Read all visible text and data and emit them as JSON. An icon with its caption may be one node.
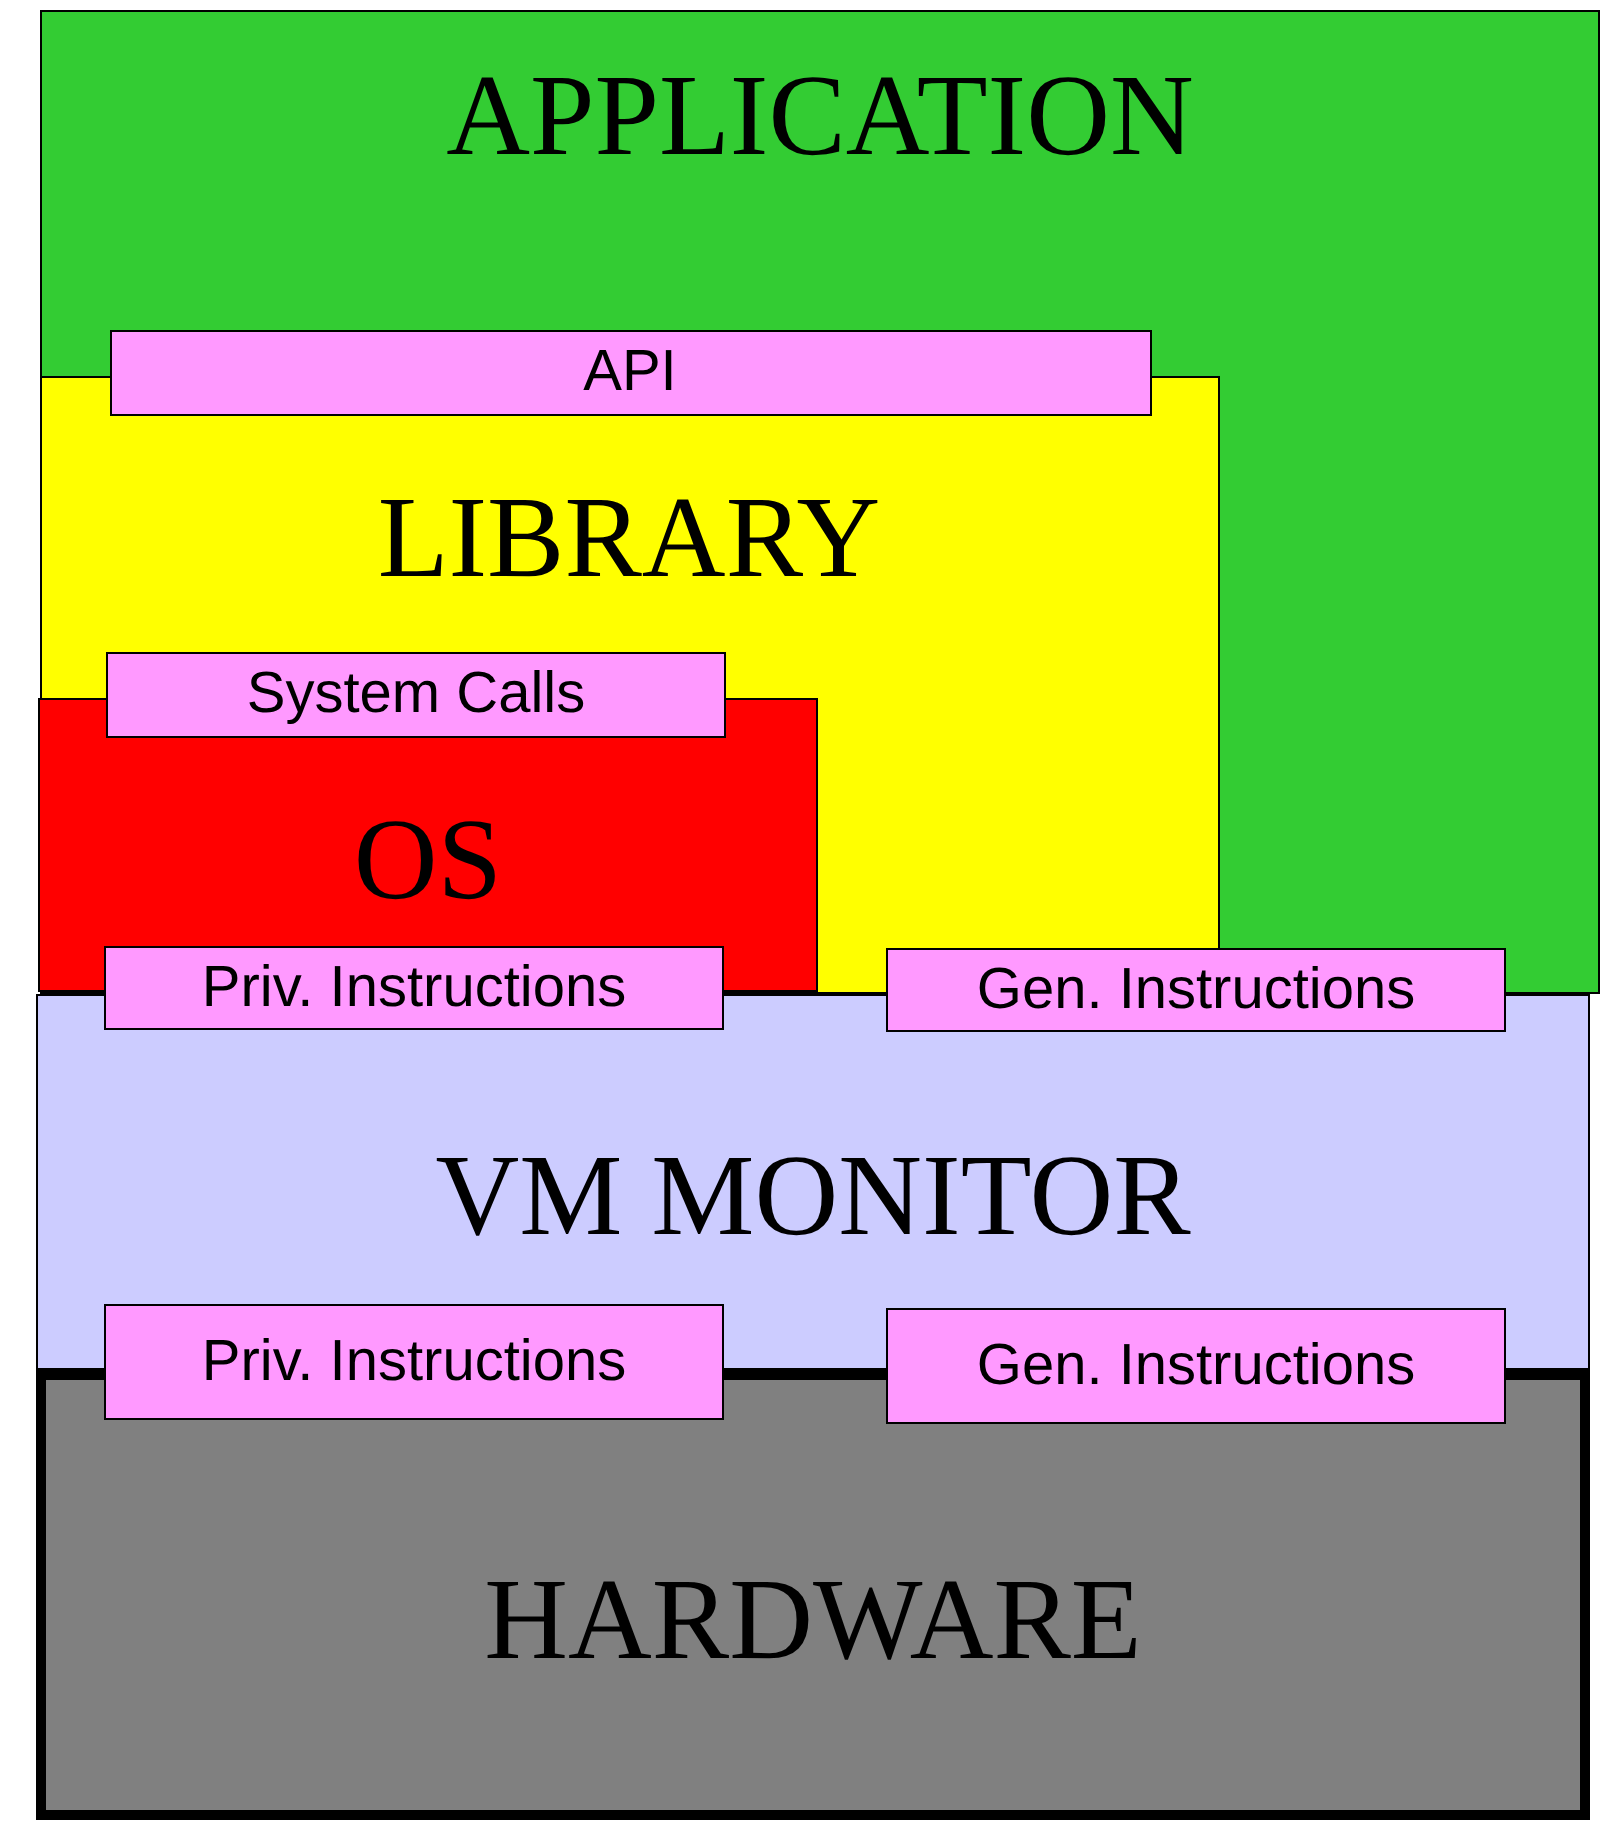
{
  "diagram": {
    "nodes": [
      {
        "text": [
          "APPLICATION"
        ]
      },
      {
        "text": [
          "API"
        ],
        "in": 0
      },
      {
        "text": [
          "LIBRARY"
        ],
        "in": 0
      },
      {
        "text": [
          "System Calls"
        ],
        "in": 2
      },
      {
        "text": [
          "OS"
        ],
        "in": 2
      },
      {
        "text": [
          "Priv. Instructions"
        ]
      },
      {
        "text": [
          "Gen. Instructions"
        ]
      },
      {
        "text": [
          "VM MONITOR"
        ]
      },
      {
        "text": [
          "Priv. Instructions"
        ]
      },
      {
        "text": [
          "Gen. Instructions"
        ]
      },
      {
        "text": [
          "HARDWARE"
        ]
      }
    ]
  }
}
